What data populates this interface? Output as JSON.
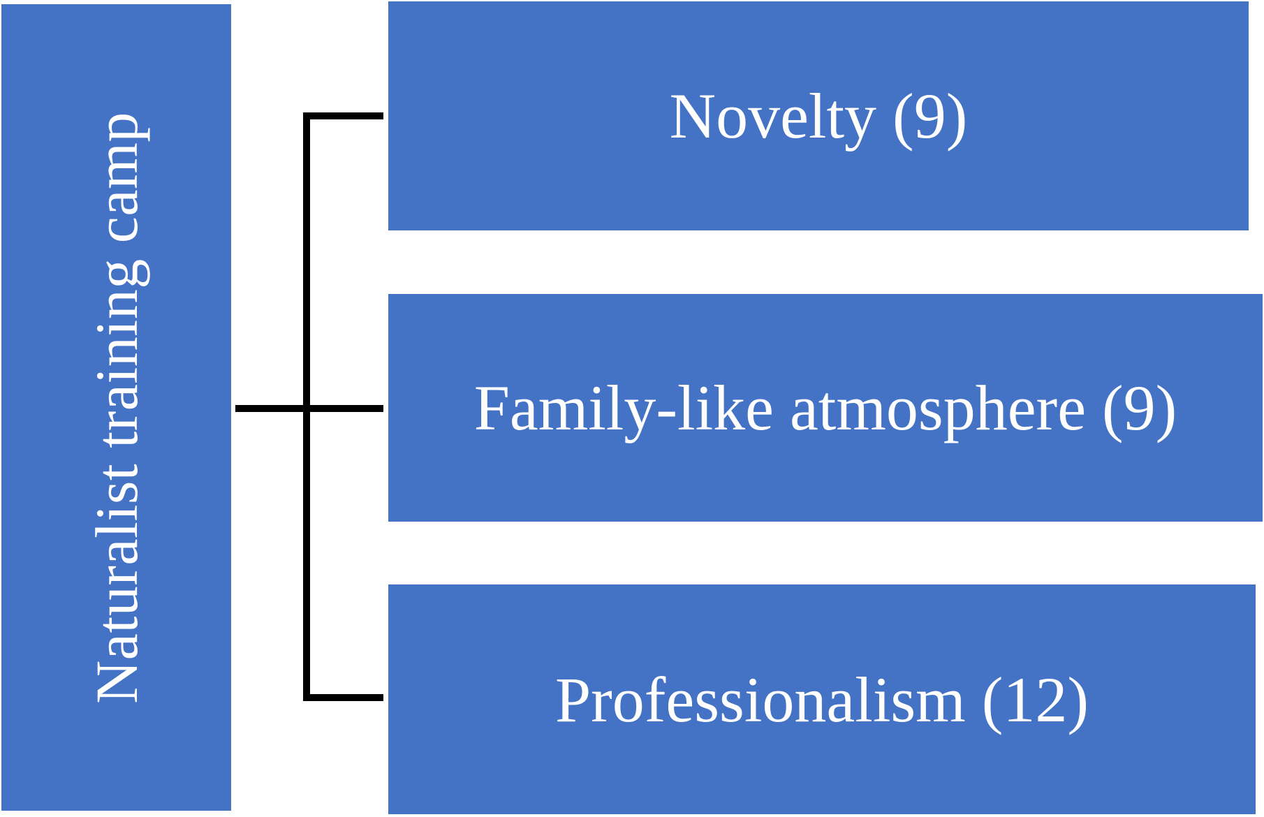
{
  "diagram": {
    "root": {
      "label": "Naturalist training camp"
    },
    "children": [
      {
        "label": "Novelty (9)"
      },
      {
        "label": "Family-like atmosphere (9)"
      },
      {
        "label": "Professionalism (12)"
      }
    ],
    "colors": {
      "box_fill": "#4472C4",
      "box_text": "#FFFFFF",
      "connector": "#000000"
    }
  }
}
